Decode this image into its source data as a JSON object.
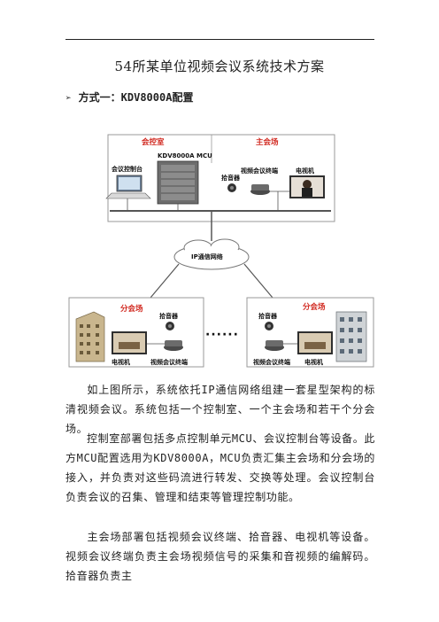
{
  "document": {
    "title": "54所某单位视频会议系统技术方案",
    "section_heading_label": "方式一：",
    "section_heading_model": "KDV8000A配置"
  },
  "diagram": {
    "control_room_label": "会控室",
    "main_venue_label": "主会场",
    "sub_venue_label_left": "分会场",
    "sub_venue_label_right": "分会场",
    "meeting_console_label": "会议控制台",
    "mcu_label": "KDV8000A MCU",
    "video_terminal_label": "视频会议终端",
    "tv_label": "电视机",
    "pickup_label": "拾音器",
    "network_label": "IP通信网络",
    "left_tv_label": "电视机",
    "left_terminal_label": "视频会议终端",
    "left_pickup_label": "拾音器",
    "right_pickup_label": "拾音器",
    "right_terminal_label": "视频会议终端",
    "right_tv_label": "电视机",
    "ellipsis": "······",
    "colors": {
      "frame": "#999999",
      "label_red": "#d1281f",
      "cloud": "#ffffff",
      "screen": "#3a3a3a"
    }
  },
  "paragraphs": [
    "如上图所示，系统依托IP通信网络组建一套星型架构的标清视频会议。系统包括一个控制室、一个主会场和若干个分会场。",
    "控制室部署包括多点控制单元MCU、会议控制台等设备。此方MCU配置选用为KDV8000A，MCU负责汇集主会场和分会场的接入，并负责对这些码流进行转发、交换等处理。会议控制台负责会议的召集、管理和结束等管理控制功能。",
    "主会场部署包括视频会议终端、拾音器、电视机等设备。视频会议终端负责主会场视频信号的采集和音视频的编解码。拾音器负责主"
  ]
}
